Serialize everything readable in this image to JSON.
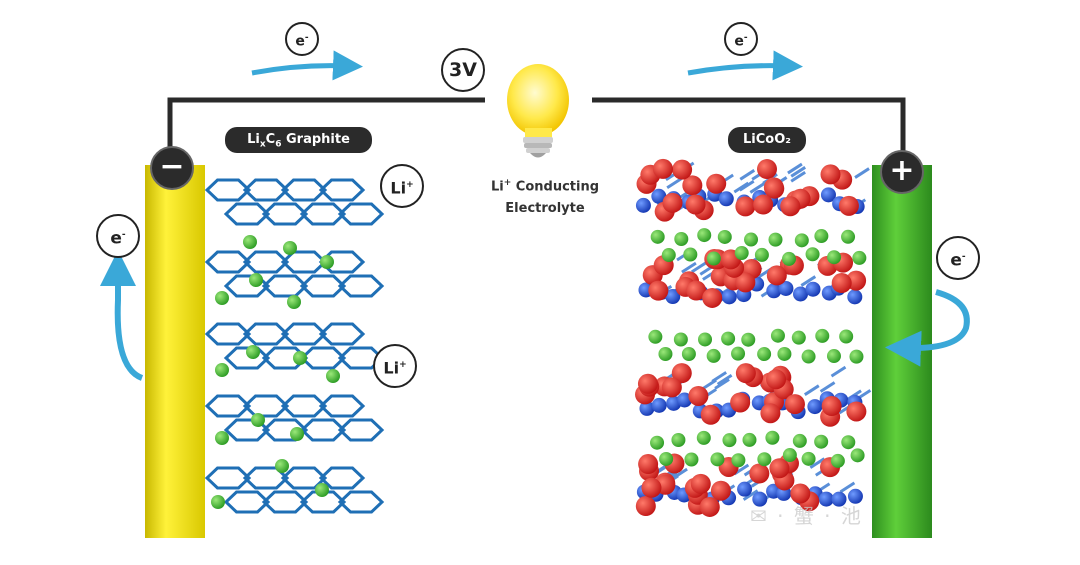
{
  "title": {
    "voltage": "3V"
  },
  "anode": {
    "label_prefix": "Li",
    "label_sub1": "x",
    "label_mid": "C",
    "label_sub2": "6",
    "label_suffix": " Graphite",
    "terminal": "−",
    "color": "#f2e21a"
  },
  "cathode": {
    "label": "LiCoO₂",
    "terminal": "+",
    "color": "#3fae2a"
  },
  "electrolyte": {
    "line1_prefix": "Li",
    "line1_sup": "+",
    "line1_suffix": " Conducting",
    "line2": "Electrolyte"
  },
  "electron_labels": {
    "base": "e",
    "sup": "-"
  },
  "ion_labels": {
    "base": "Li",
    "sup": "+"
  },
  "colors": {
    "wire": "#2a2a2a",
    "arrow": "#3aa8d8",
    "graphite": "#1f6fb5",
    "lithium": "#3aa835",
    "oxygen": "#d42020",
    "cobalt": "#1f4fc8"
  },
  "watermark": "✉ · 蟹 · 池"
}
